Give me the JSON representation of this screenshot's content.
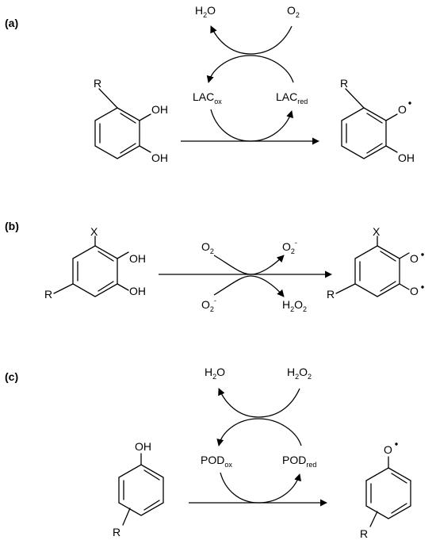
{
  "panels": {
    "a": {
      "label": "(a)",
      "reactant": {
        "r": "R",
        "oh1": "OH",
        "oh2": "OH"
      },
      "product": {
        "r": "R",
        "o": "O",
        "oh": "OH"
      },
      "top_left": {
        "main": "H",
        "sub": "2",
        "rest": "O"
      },
      "top_right": {
        "main": "O",
        "sub": "2"
      },
      "enzyme_ox": {
        "main": "LAC",
        "sub": "ox"
      },
      "enzyme_red": {
        "main": "LAC",
        "sub": "red"
      }
    },
    "b": {
      "label": "(b)",
      "reactant": {
        "x": "X",
        "r": "R",
        "oh1": "OH",
        "oh2": "OH"
      },
      "product": {
        "x": "X",
        "r": "R",
        "o1": "O",
        "o2": "O"
      },
      "in_top": {
        "main": "O",
        "sub": "2"
      },
      "out_top": {
        "main": "O",
        "sub": "2",
        "sup": "-"
      },
      "in_bottom": {
        "main": "O",
        "sub": "2",
        "sup": "-"
      },
      "out_bottom": {
        "main": "H",
        "sub": "2",
        "mid": "O",
        "sub2": "2"
      }
    },
    "c": {
      "label": "(c)",
      "reactant": {
        "oh": "OH",
        "r": "R"
      },
      "product": {
        "o": "O",
        "r": "R"
      },
      "top_left": {
        "main": "H",
        "sub": "2",
        "rest": "O"
      },
      "top_right": {
        "main": "H",
        "sub": "2",
        "mid": "O",
        "sub2": "2"
      },
      "enzyme_ox": {
        "main": "POD",
        "sub": "ox"
      },
      "enzyme_red": {
        "main": "POD",
        "sub": "red"
      }
    }
  }
}
